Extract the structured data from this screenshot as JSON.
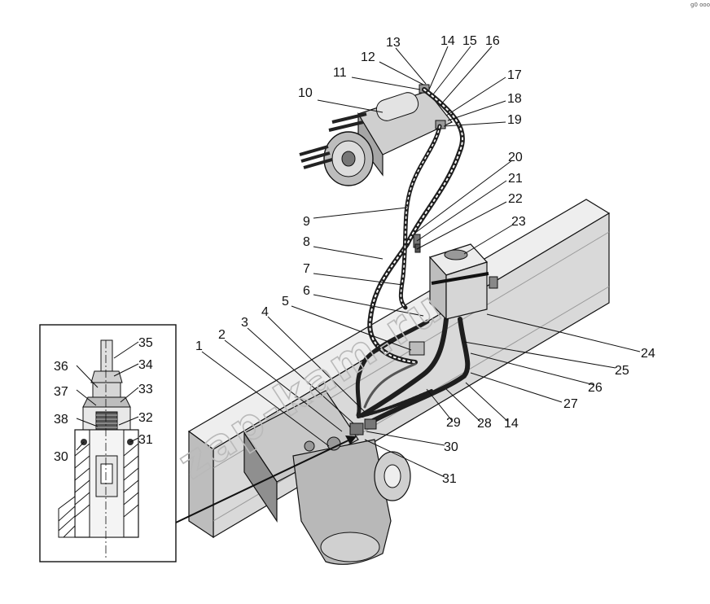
{
  "figure": {
    "watermark": "zap-kam.ru",
    "corner_mark": "g0 ooo",
    "callouts": [
      "1",
      "2",
      "3",
      "4",
      "5",
      "6",
      "7",
      "8",
      "9",
      "10",
      "11",
      "12",
      "13",
      "14",
      "15",
      "16",
      "17",
      "18",
      "19",
      "20",
      "21",
      "22",
      "23",
      "24",
      "25",
      "26",
      "27",
      "28",
      "14",
      "29",
      "30",
      "31",
      "35",
      "34",
      "36",
      "37",
      "33",
      "38",
      "32",
      "30",
      "31"
    ]
  },
  "colors": {
    "line": "#111111",
    "frame_fill": "#dddddd",
    "frame_dark": "#9a9a9a",
    "metal": "#c4c4c4",
    "metal_dark": "#777777",
    "hose": "#1e1e1e",
    "watermark": "#b9b9b9"
  }
}
